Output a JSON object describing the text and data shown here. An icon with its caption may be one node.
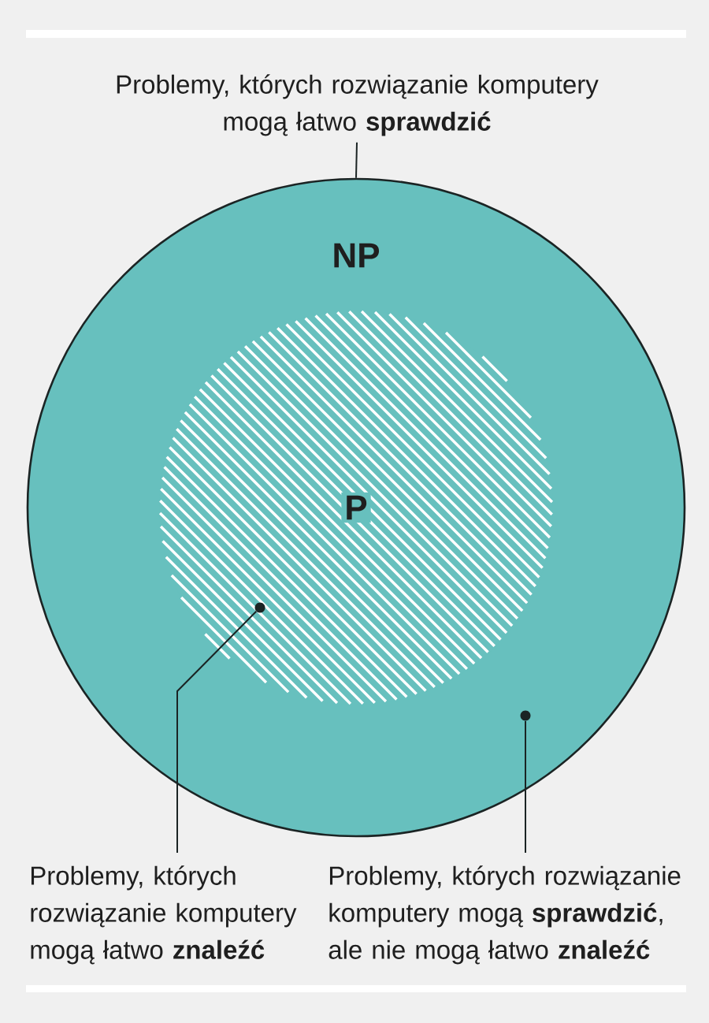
{
  "diagram": {
    "nodes": [
      {
        "text": [
          "NP"
        ]
      },
      {
        "text": [
          "P"
        ],
        "in": 0
      },
      {
        "text": [
          "Problemy, których rozwiązanie komputery mogą łatwo **sprawdzić**"
        ]
      },
      {
        "text": [
          "Problemy, których rozwiązanie komputery mogą łatwo **znaleźć**"
        ]
      },
      {
        "text": [
          "Problemy, których rozwiązanie komputery mogą **sprawdzić**, ale nie mogą łatwo **znaleźć**"
        ]
      },
      {
        "text": [],
        "shape": "circle",
        "in": 1
      },
      {
        "text": [],
        "shape": "circle",
        "in": 0
      }
    ],
    "edges": [
      {
        "from": 2,
        "to": 0,
        "arrow": "none"
      },
      {
        "from": 3,
        "to": 5,
        "arrow": "none"
      },
      {
        "from": 4,
        "to": 6,
        "arrow": "none"
      }
    ]
  }
}
